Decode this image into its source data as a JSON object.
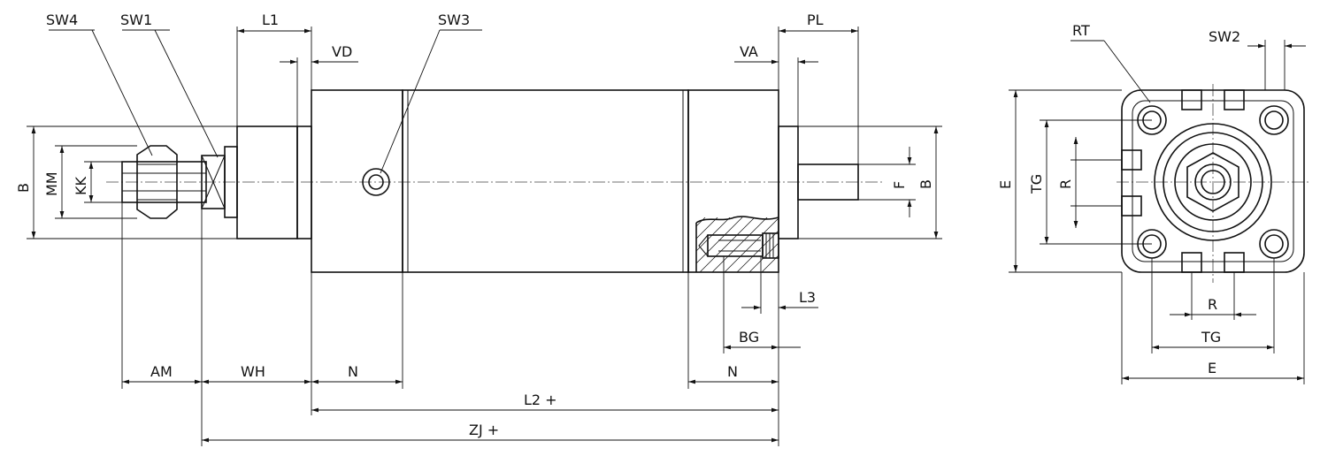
{
  "labels": {
    "sw4": "SW4",
    "sw1": "SW1",
    "l1": "L1",
    "sw3": "SW3",
    "vd": "VD",
    "pl": "PL",
    "va": "VA",
    "rt": "RT",
    "sw2": "SW2",
    "b_left": "B",
    "mm": "MM",
    "kk": "KK",
    "f": "F",
    "b_right": "B",
    "e_side": "E",
    "tg_side": "TG",
    "r_side": "R",
    "l3": "L3",
    "bg": "BG",
    "am": "AM",
    "wh": "WH",
    "n_front": "N",
    "n_rear": "N",
    "l2": "L2 +",
    "zj": "ZJ +",
    "r_bottom": "R",
    "tg_bottom": "TG",
    "e_bottom": "E"
  }
}
